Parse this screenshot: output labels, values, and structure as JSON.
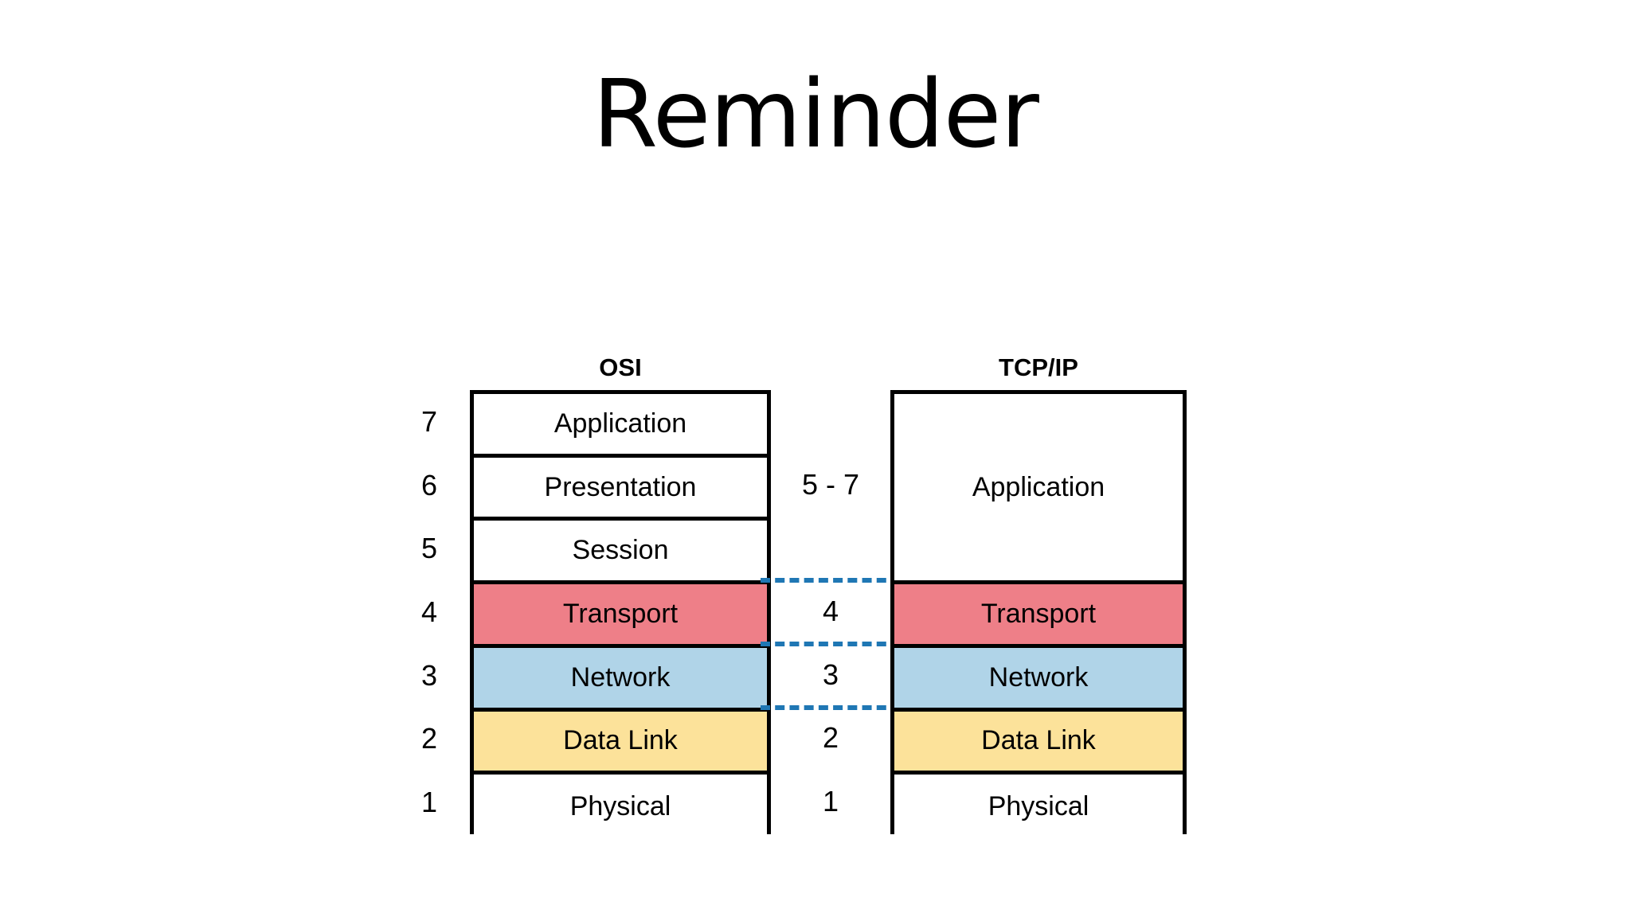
{
  "slide": {
    "title": "Reminder",
    "background_color": "#ffffff"
  },
  "diagram": {
    "name": "osi-vs-tcpip-layer-model",
    "colors": {
      "transport_fill": "#ee7f88",
      "network_fill": "#b0d4e8",
      "datalink_fill": "#fce29a",
      "plain_fill": "#ffffff",
      "border": "#000000",
      "dashed_line": "#1f77b4"
    },
    "osi": {
      "header": "OSI",
      "layers": [
        {
          "number": "7",
          "label": "Application",
          "fill": "#ffffff"
        },
        {
          "number": "6",
          "label": "Presentation",
          "fill": "#ffffff"
        },
        {
          "number": "5",
          "label": "Session",
          "fill": "#ffffff"
        },
        {
          "number": "4",
          "label": "Transport",
          "fill": "#ee7f88"
        },
        {
          "number": "3",
          "label": "Network",
          "fill": "#b0d4e8"
        },
        {
          "number": "2",
          "label": "Data Link",
          "fill": "#fce29a"
        },
        {
          "number": "1",
          "label": "Physical",
          "fill": "#ffffff"
        }
      ]
    },
    "tcpip": {
      "header": "TCP/IP",
      "layers": [
        {
          "label": "Application",
          "fill": "#ffffff",
          "span": 3
        },
        {
          "label": "Transport",
          "fill": "#ee7f88",
          "span": 1
        },
        {
          "label": "Network",
          "fill": "#b0d4e8",
          "span": 1
        },
        {
          "label": "Data Link",
          "fill": "#fce29a",
          "span": 1
        },
        {
          "label": "Physical",
          "fill": "#ffffff",
          "span": 1
        }
      ]
    },
    "mapping": {
      "labels": [
        "5 - 7",
        "4",
        "3",
        "2",
        "1"
      ]
    }
  }
}
